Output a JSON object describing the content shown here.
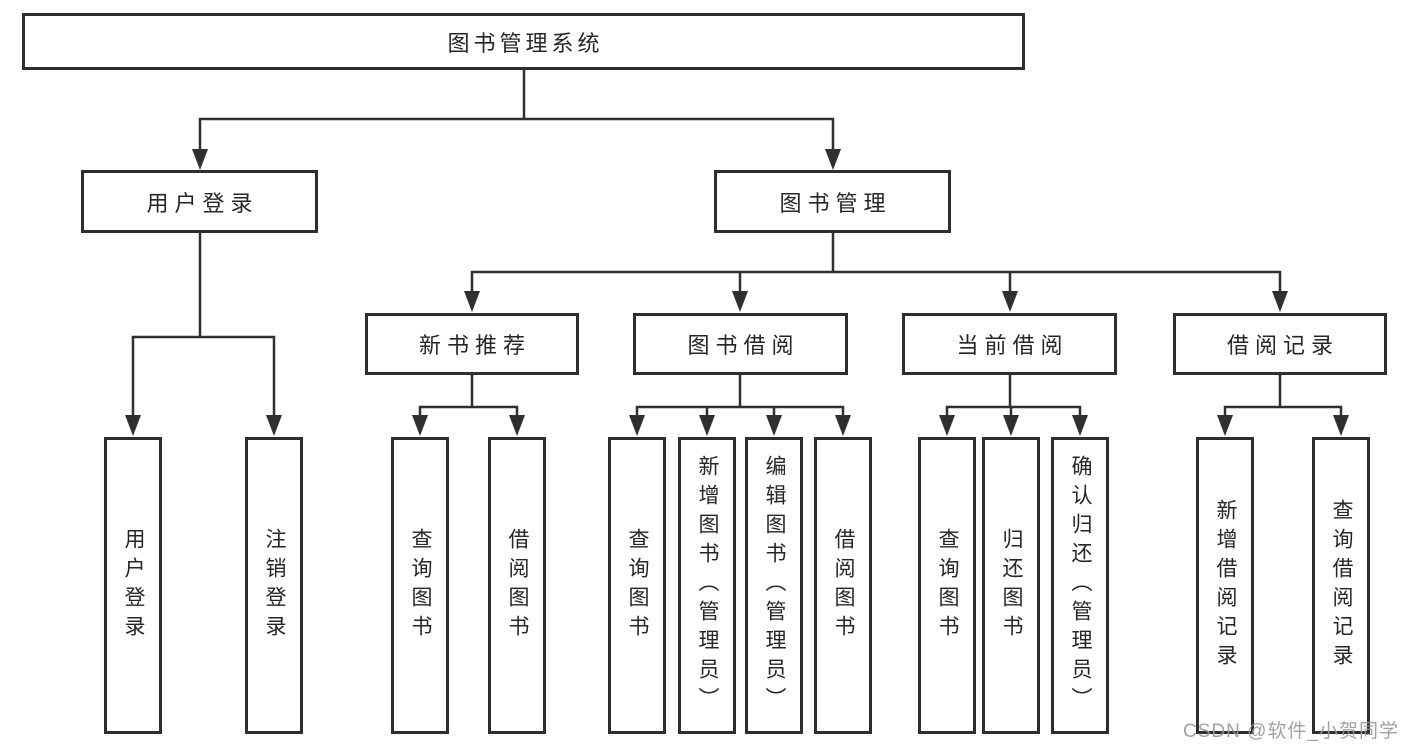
{
  "tree": {
    "root": {
      "label": "图书管理系统",
      "children": [
        {
          "label": "用户登录",
          "children": [
            {
              "label": "用户登录"
            },
            {
              "label": "注销登录"
            }
          ]
        },
        {
          "label": "图书管理",
          "children": [
            {
              "label": "新书推荐",
              "children": [
                {
                  "label": "查询图书"
                },
                {
                  "label": "借阅图书"
                }
              ]
            },
            {
              "label": "图书借阅",
              "children": [
                {
                  "label": "查询图书"
                },
                {
                  "label": "新增图书（管理员）"
                },
                {
                  "label": "编辑图书（管理员）"
                },
                {
                  "label": "借阅图书"
                }
              ]
            },
            {
              "label": "当前借阅",
              "children": [
                {
                  "label": "查询图书"
                },
                {
                  "label": "归还图书"
                },
                {
                  "label": "确认归还（管理员）"
                }
              ]
            },
            {
              "label": "借阅记录",
              "children": [
                {
                  "label": "新增借阅记录"
                },
                {
                  "label": "查询借阅记录"
                }
              ]
            }
          ]
        }
      ]
    }
  },
  "watermark": {
    "text": "CSDN @软件_小贺同学"
  },
  "colors": {
    "line": "#303030",
    "box_border": "#2e2e2e",
    "box_fill": "#ffffff",
    "text": "#262626",
    "watermark": "#989898",
    "background": "#ffffff"
  }
}
